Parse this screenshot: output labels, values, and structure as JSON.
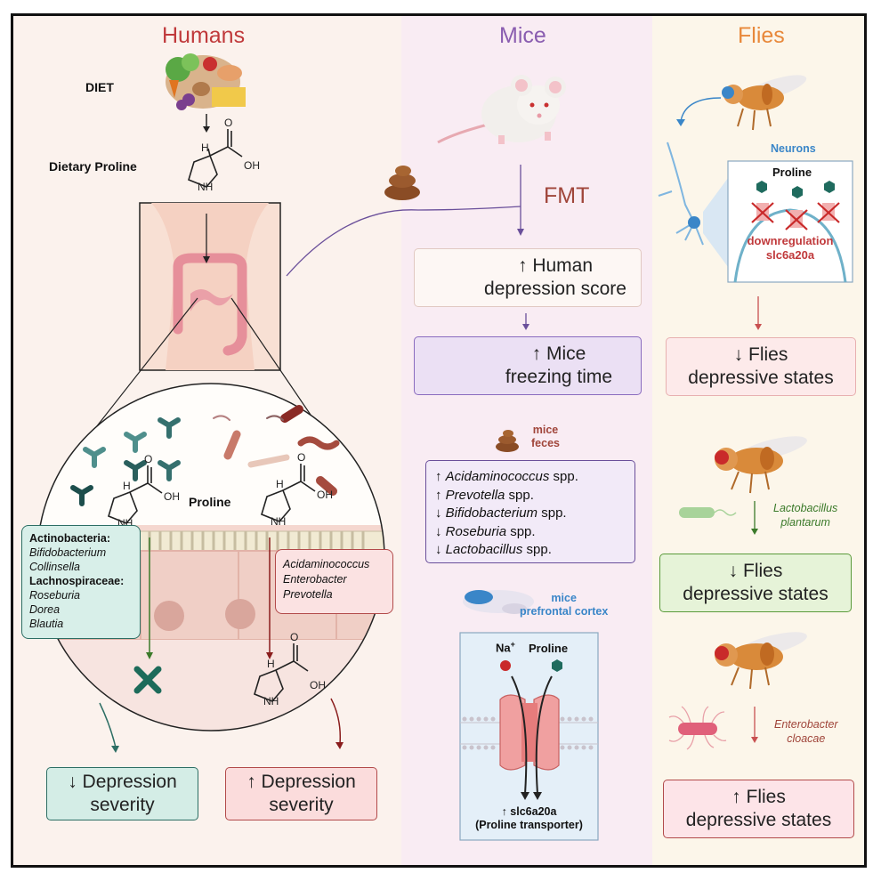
{
  "columns": {
    "humans": {
      "title": "Humans",
      "color": "#c0393b"
    },
    "mice": {
      "title": "Mice",
      "color": "#8a5db0"
    },
    "flies": {
      "title": "Flies",
      "color": "#e8883a"
    }
  },
  "humans": {
    "diet_label": "DIET",
    "dietary_proline_label": "Dietary Proline",
    "proline_label": "Proline",
    "oh": "OH",
    "nh": "NH",
    "h": "H",
    "o": "O",
    "good_bacteria": {
      "group1": "Actinobacteria:",
      "group1_items": [
        "Bifidobacterium",
        "Collinsella"
      ],
      "group2": "Lachnospiraceae:",
      "group2_items": [
        "Roseburia",
        "Dorea",
        "Blautia"
      ]
    },
    "bad_bacteria": [
      "Acidaminococcus",
      "Enterobacter",
      "Prevotella"
    ],
    "outcome_down_arrow": "↓",
    "outcome_down_line1": "Depression",
    "outcome_down_line2": "severity",
    "outcome_up_arrow": "↑",
    "outcome_up_line1": "Depression",
    "outcome_up_line2": "severity"
  },
  "mice": {
    "fmt_label": "FMT",
    "human_score_line1": "↑ Human",
    "human_score_line2": "depression score",
    "freezing_line1": "↑ Mice",
    "freezing_line2": "freezing time",
    "feces_line1": "mice",
    "feces_line2": "feces",
    "feces_changes": [
      {
        "arrow": "↑",
        "genus": "Acidaminococcus",
        "suffix": " spp."
      },
      {
        "arrow": "↑",
        "genus": "Prevotella",
        "suffix": " spp."
      },
      {
        "arrow": "↓",
        "genus": "Bifidobacterium",
        "suffix": " spp."
      },
      {
        "arrow": "↓",
        "genus": "Roseburia",
        "suffix": " spp."
      },
      {
        "arrow": "↓",
        "genus": "Lactobacillus",
        "suffix": " spp."
      }
    ],
    "pfc_line1": "mice",
    "pfc_line2": "prefrontal cortex",
    "na_label": "Na",
    "na_sup": "+",
    "proline_label": "Proline",
    "transporter_line1": "↑ slc6a20a",
    "transporter_line2": "(Proline transporter)"
  },
  "flies": {
    "neurons_label": "Neurons",
    "proline_label": "Proline",
    "downreg_line1": "downregulation",
    "downreg_line2": "slc6a20a",
    "out1_line1": "↓ Flies",
    "out1_line2": "depressive states",
    "lacto_line1": "Lactobacillus",
    "lacto_line2": "plantarum",
    "out2_line1": "↓ Flies",
    "out2_line2": "depressive states",
    "entero_line1": "Enterobacter",
    "entero_line2": "cloacae",
    "out3_line1": "↑ Flies",
    "out3_line2": "depressive states"
  },
  "colors": {
    "teal": "#1d6b62",
    "dark_red": "#8a1d1d",
    "mice_purple": "#6a4f9a",
    "neuron_blue": "#3a86c8",
    "fly_orange": "#d67a2a"
  }
}
